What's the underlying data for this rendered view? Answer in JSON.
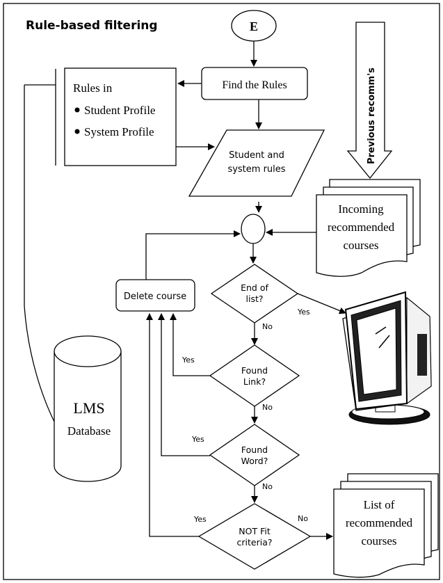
{
  "title": "Rule-based filtering",
  "start_label": "E",
  "find_rules": "Find the Rules",
  "rules_box": {
    "heading": "Rules in",
    "items": [
      "Student Profile",
      "System Profile"
    ]
  },
  "student_rules": [
    "Student and",
    "system rules"
  ],
  "previous": "Previous recomm's",
  "incoming": [
    "Incoming",
    "recommended",
    "courses"
  ],
  "delete_course": "Delete course",
  "end_of_list": [
    "End of",
    "list?"
  ],
  "found_link": [
    "Found",
    "Link?"
  ],
  "found_word": [
    "Found",
    "Word?"
  ],
  "not_fit": [
    "NOT Fit",
    "criteria?"
  ],
  "yes": "Yes",
  "no": "No",
  "database": [
    "LMS",
    "Database"
  ],
  "output_list": [
    "List of",
    "recommended",
    "courses"
  ]
}
